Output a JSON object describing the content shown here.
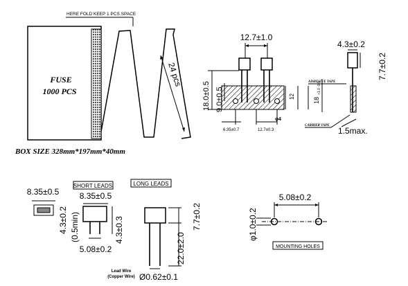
{
  "packaging": {
    "fold_note": "HERE FOLD KEEP 1 PCS SPACE",
    "box_label_line1": "FUSE",
    "box_label_line2": "1000 PCS",
    "box_size": "BOX SIZE 328mm*197mm*40mm",
    "fold_pitch": "24 pcs"
  },
  "tape": {
    "lead_pitch": "12.7±1.0",
    "height_total": "18.0±0.5",
    "hole_height": "9.0±0.5",
    "offset_left": "6.35±0.7",
    "hole_pitch": "12.7±0.3",
    "hole_dia": "φ4",
    "tape_width": "12",
    "side_height": "18",
    "side_height_tol": "+1.0 -0.5",
    "adhesive_label": "ADHESIVE TAPE",
    "carrier_label": "CARRIER TAPE",
    "body_width": "4.3±0.2",
    "body_height": "7.7±0.2",
    "max_thickness": "1.5max."
  },
  "short_leads": {
    "title": "SHORT LEADS",
    "width_top": "8.35±0.5",
    "width_body": "8.35±0.5",
    "depth": "4.3±0.2",
    "lead_min": "(0.5min)",
    "lead_len": "4.3±0.3",
    "pitch": "5.08±0.2"
  },
  "long_leads": {
    "title": "LONG LEADS",
    "height": "7.7±0.2",
    "lead_len": "22.0±2.0",
    "lead_wire_label1": "Lead Wire",
    "lead_wire_label2": "(Copper Wire)",
    "lead_dia": "Ø0.62±0.1"
  },
  "mounting": {
    "title": "MOUNTING HOLES",
    "pitch": "5.08±0.2",
    "hole_dia": "φ1.0±0.2"
  }
}
